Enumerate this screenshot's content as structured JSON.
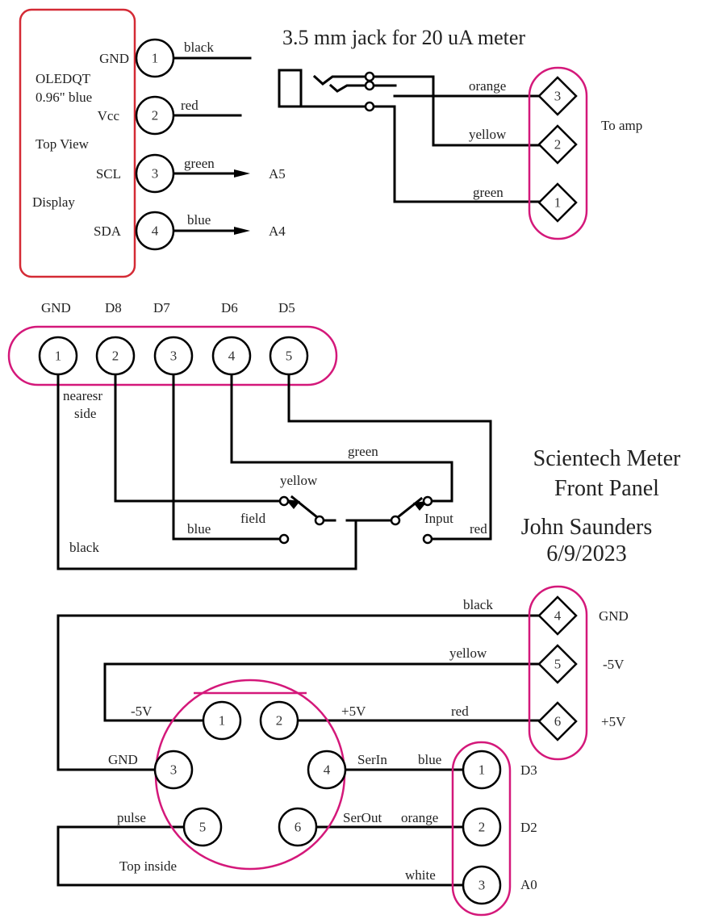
{
  "colors": {
    "oled_box": "#d42a35",
    "connector_outline": "#d4187a",
    "wire": "#000000"
  },
  "title": {
    "line1": "Scientech Meter",
    "line2": "Front Panel",
    "author": "John Saunders",
    "date": "6/9/2023"
  },
  "oled": {
    "name": "OLEDQT",
    "size": "0.96\" blue",
    "view": "Top View",
    "kind": "Display",
    "pins": [
      {
        "num": "1",
        "signal": "GND",
        "wire": "black",
        "dest": ""
      },
      {
        "num": "2",
        "signal": "Vcc",
        "wire": "red",
        "dest": ""
      },
      {
        "num": "3",
        "signal": "SCL",
        "wire": "green",
        "dest": "A5"
      },
      {
        "num": "4",
        "signal": "SDA",
        "wire": "blue",
        "dest": "A4"
      }
    ]
  },
  "jack": {
    "title": "3.5 mm jack for 20 uA meter",
    "connector_label": "To amp",
    "pins": [
      {
        "num": "3",
        "wire": "orange"
      },
      {
        "num": "2",
        "wire": "yellow"
      },
      {
        "num": "1",
        "wire": "green"
      }
    ]
  },
  "header5": {
    "pins": [
      {
        "num": "1",
        "signal": "GND"
      },
      {
        "num": "2",
        "signal": "D8"
      },
      {
        "num": "3",
        "signal": "D7"
      },
      {
        "num": "4",
        "signal": "D6"
      },
      {
        "num": "5",
        "signal": "D5"
      }
    ],
    "note_line1": "nearesr",
    "note_line2": "side"
  },
  "switches": {
    "wires": {
      "green": "green",
      "yellow": "yellow",
      "blue": "blue",
      "black": "black",
      "red": "red"
    },
    "left_label": "field",
    "right_label": "Input"
  },
  "power_connector": {
    "pins": [
      {
        "num": "4",
        "wire": "black",
        "signal": "GND"
      },
      {
        "num": "5",
        "wire": "yellow",
        "signal": "-5V"
      },
      {
        "num": "6",
        "wire": "red",
        "signal": "+5V"
      }
    ]
  },
  "din": {
    "caption": "Top inside",
    "pins": [
      {
        "num": "1",
        "signal": "-5V"
      },
      {
        "num": "2",
        "signal": "+5V"
      },
      {
        "num": "3",
        "signal": "GND"
      },
      {
        "num": "4",
        "signal": "SerIn"
      },
      {
        "num": "5",
        "signal": "pulse"
      },
      {
        "num": "6",
        "signal": "SerOut"
      }
    ]
  },
  "serial_connector": {
    "pins": [
      {
        "num": "1",
        "wire": "blue",
        "signal": "D3"
      },
      {
        "num": "2",
        "wire": "orange",
        "signal": "D2"
      },
      {
        "num": "3",
        "wire": "white",
        "signal": "A0"
      }
    ]
  }
}
